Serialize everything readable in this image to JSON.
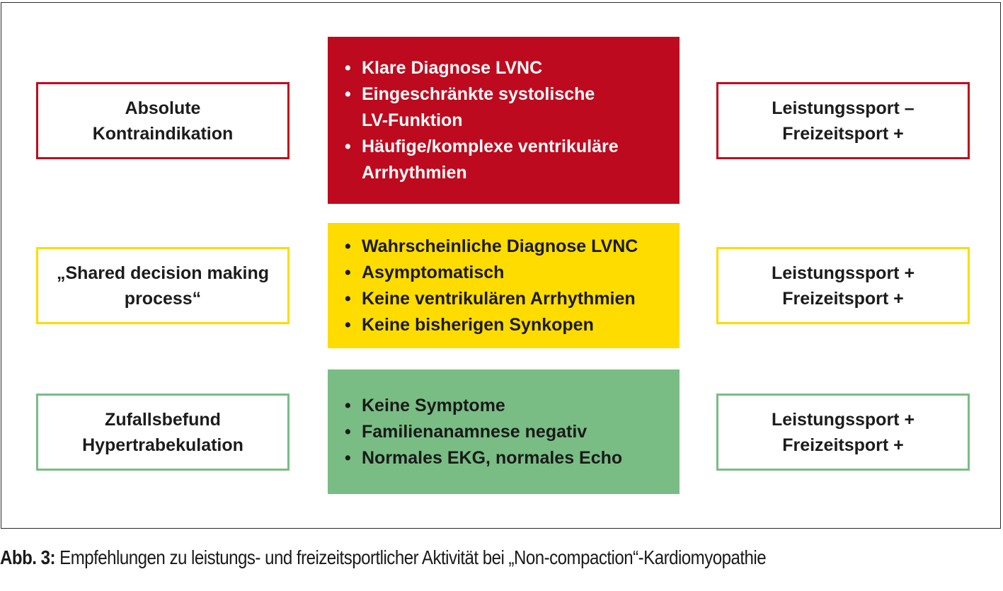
{
  "rows": [
    {
      "left_lines": [
        "Absolute",
        "Kontraindikation"
      ],
      "center_items": [
        [
          "Klare Diagnose LVNC"
        ],
        [
          "Eingeschränkte systolische",
          "LV-Funktion"
        ],
        [
          "Häufige/komplexe ventrikuläre",
          "Arrhythmien"
        ]
      ],
      "right_lines": [
        "Leistungssport –",
        "Freizeitsport +"
      ]
    },
    {
      "left_lines": [
        "„Shared decision making",
        "process“"
      ],
      "center_items": [
        [
          "Wahrscheinliche Diagnose LVNC"
        ],
        [
          "Asymptomatisch"
        ],
        [
          "Keine ventrikulären Arrhythmien"
        ],
        [
          "Keine bisherigen Synkopen"
        ]
      ],
      "right_lines": [
        "Leistungssport +",
        "Freizeitsport +"
      ]
    },
    {
      "left_lines": [
        "Zufallsbefund",
        "Hypertrabekulation"
      ],
      "center_items": [
        [
          "Keine Symptome"
        ],
        [
          "Familienanamnese negativ"
        ],
        [
          "Normales EKG, normales Echo"
        ]
      ],
      "right_lines": [
        "Leistungssport +",
        "Freizeitsport +"
      ]
    }
  ],
  "bullet": "•",
  "colors": {
    "red": "#be0a1e",
    "yellow": "#fedc00",
    "green": "#79bd84",
    "border": "#2b2b2b"
  },
  "caption": {
    "label": "Abb. 3:",
    "text": " Empfehlungen zu leistungs- und freizeitsportlicher Aktivität bei „Non-compaction“-Kardiomyopathie"
  }
}
